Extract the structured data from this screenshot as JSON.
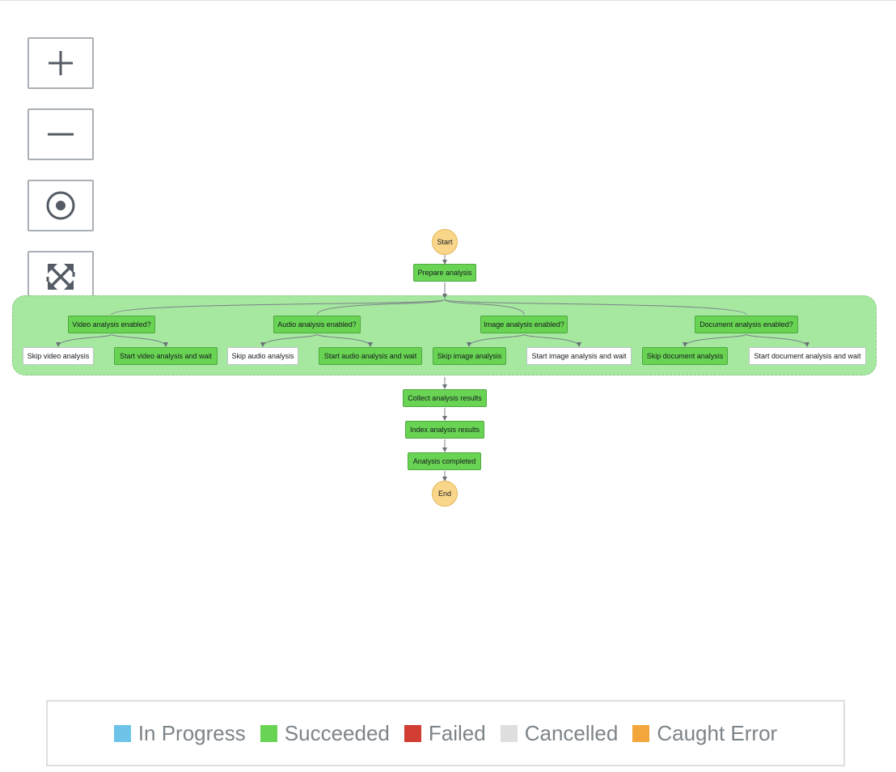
{
  "controls": {
    "zoom_in": "zoom-in",
    "zoom_out": "zoom-out",
    "center": "center-graph",
    "fit": "fit-to-screen"
  },
  "graph": {
    "start": "Start",
    "end": "End",
    "prepare": "Prepare analysis",
    "branches": [
      {
        "choice": "Video analysis enabled?",
        "skip": "Skip video analysis",
        "start": "Start video analysis and wait"
      },
      {
        "choice": "Audio analysis enabled?",
        "skip": "Skip audio analysis",
        "start": "Start audio analysis and wait"
      },
      {
        "choice": "Image analysis enabled?",
        "skip": "Skip image analysis",
        "start": "Start image analysis and wait"
      },
      {
        "choice": "Document analysis enabled?",
        "skip": "Skip document analysis",
        "start": "Start document analysis and wait"
      }
    ],
    "collect": "Collect analysis results",
    "index": "Index analysis results",
    "completed": "Analysis completed"
  },
  "legend": [
    {
      "label": "In Progress",
      "color": "#6ec4e8"
    },
    {
      "label": "Succeeded",
      "color": "#69d453"
    },
    {
      "label": "Failed",
      "color": "#d13d32"
    },
    {
      "label": "Cancelled",
      "color": "#dedede"
    },
    {
      "label": "Caught Error",
      "color": "#f2a63b"
    }
  ],
  "colors": {
    "succeeded": "#69d453",
    "parallel_bg": "#a6e8a0",
    "terminal": "#f9d68a"
  }
}
